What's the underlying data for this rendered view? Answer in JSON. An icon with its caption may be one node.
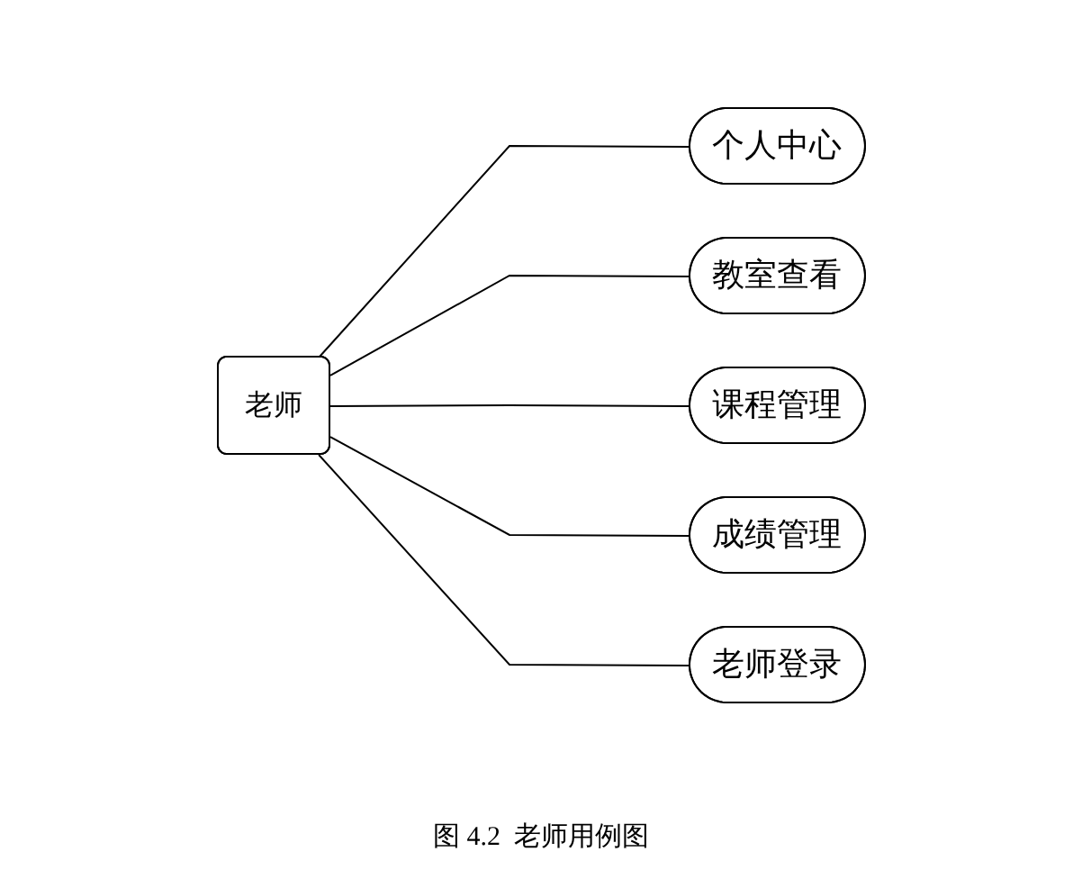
{
  "diagram": {
    "caption": "图 4.2  老师用例图",
    "nodes": [
      {
        "text": [
          "老师"
        ]
      },
      {
        "text": [
          "个人中心"
        ]
      },
      {
        "text": [
          "教室查看"
        ]
      },
      {
        "text": [
          "课程管理"
        ]
      },
      {
        "text": [
          "成绩管理"
        ]
      },
      {
        "text": [
          "老师登录"
        ]
      }
    ],
    "edges": [
      {
        "from": 0,
        "to": 1,
        "arrow": "none"
      },
      {
        "from": 0,
        "to": 2,
        "arrow": "none"
      },
      {
        "from": 0,
        "to": 3,
        "arrow": "none"
      },
      {
        "from": 0,
        "to": 4,
        "arrow": "none"
      },
      {
        "from": 0,
        "to": 5,
        "arrow": "none"
      }
    ]
  }
}
